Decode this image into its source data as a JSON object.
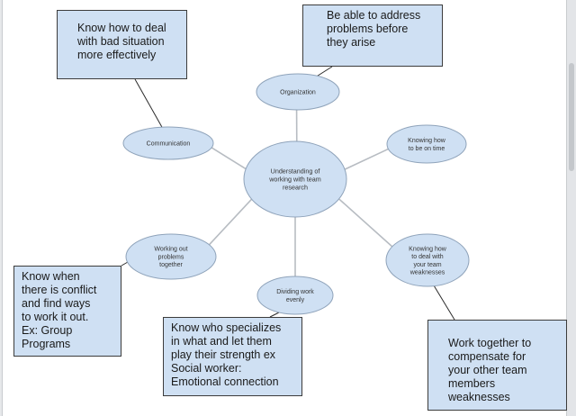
{
  "diagram": {
    "center": "Understanding of\nworking with team\nresearch",
    "nodes": [
      {
        "id": "organization",
        "label": "Organization"
      },
      {
        "id": "communication",
        "label": "Communication"
      },
      {
        "id": "knowing-time",
        "label": "Knowing how\nto be on time"
      },
      {
        "id": "working-out",
        "label": "Working out\nproblems\ntogether"
      },
      {
        "id": "dividing-work",
        "label": "Dividing work\nevenly"
      },
      {
        "id": "knowing-weaknesses",
        "label": "Knowing how\nto deal with\nyour team\nweaknesses"
      }
    ],
    "callouts": [
      {
        "id": "bad-situation",
        "text": "Know how to deal\nwith bad situation\nmore effectively"
      },
      {
        "id": "address-problems",
        "text": "Be able to address\nproblems before\nthey arise"
      },
      {
        "id": "conflict",
        "text": "Know when\nthere is conflict\nand find ways\nto work it out.\nEx: Group\nPrograms"
      },
      {
        "id": "specializes",
        "text": "Know who specializes\nin what and let them\nplay their strength ex\nSocial worker:\nEmotional connection"
      },
      {
        "id": "work-together",
        "text": "Work together to\ncompensate for\nyour other team\nmembers\nweaknesses"
      }
    ]
  },
  "colors": {
    "node_fill": "#cfe0f3",
    "node_stroke": "#8fa3ba",
    "callout_fill": "#cfe0f3",
    "callout_border": "#3c3c3c",
    "connector": "#b7bcc2",
    "leader": "#2a2a2a"
  }
}
